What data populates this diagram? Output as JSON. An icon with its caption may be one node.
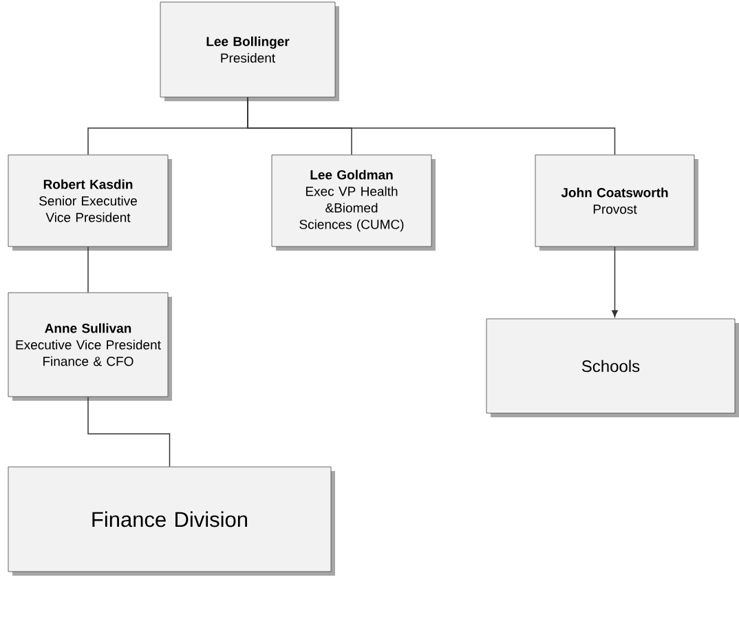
{
  "diagram": {
    "nodes": [
      {
        "text": [
          "Lee Bollinger",
          "President"
        ]
      },
      {
        "text": [
          "Robert Kasdin",
          "Senior Executive Vice President"
        ]
      },
      {
        "text": [
          "Lee Goldman",
          "Exec VP Health &Biomed Sciences (CUMC)"
        ]
      },
      {
        "text": [
          "John Coatsworth",
          "Provost"
        ]
      },
      {
        "text": [
          "Anne Sullivan",
          "Executive Vice President Finance & CFO"
        ]
      },
      {
        "text": [
          "Schools"
        ]
      },
      {
        "text": [
          "Finance Division"
        ]
      }
    ],
    "edges": [
      {
        "from": 0,
        "to": 1,
        "arrow": "none"
      },
      {
        "from": 0,
        "to": 2,
        "arrow": "none"
      },
      {
        "from": 0,
        "to": 3,
        "arrow": "none"
      },
      {
        "from": 1,
        "to": 4,
        "arrow": "none"
      },
      {
        "from": 3,
        "to": 5,
        "arrow": "to"
      },
      {
        "from": 4,
        "to": 6,
        "arrow": "none"
      }
    ]
  }
}
